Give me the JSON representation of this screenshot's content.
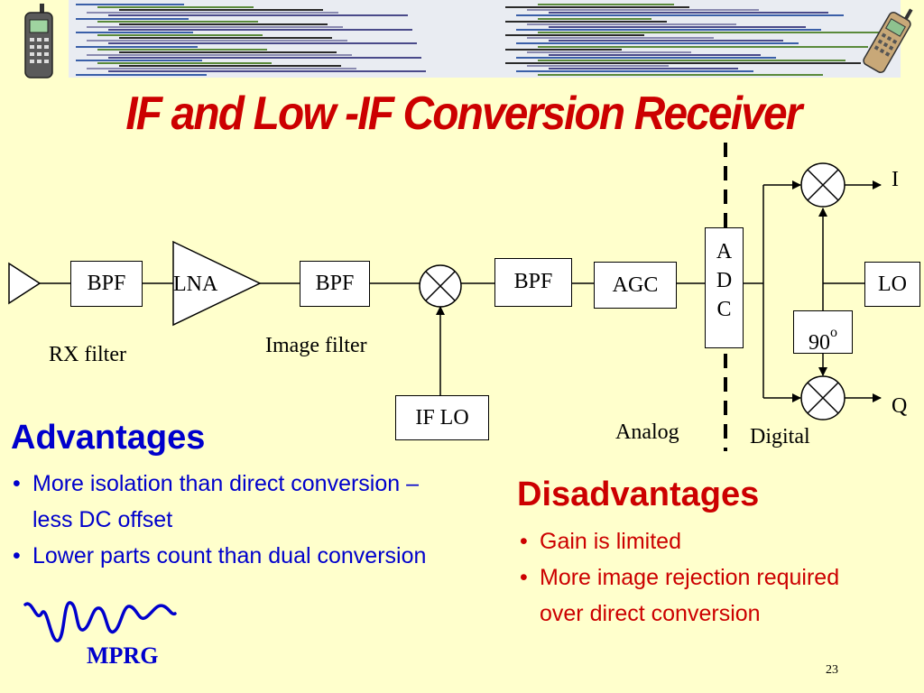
{
  "title": "IF and Low -IF Conversion Receiver",
  "diagram": {
    "blocks": {
      "bpf1": "BPF",
      "lna": "LNA",
      "bpf2": "BPF",
      "bpf3": "BPF",
      "agc": "AGC",
      "adc": [
        "A",
        "D",
        "C"
      ],
      "lo": "LO",
      "phase_shift": "90",
      "phase_shift_unit": "o",
      "if_lo": "IF LO"
    },
    "labels": {
      "rx_filter": "RX filter",
      "image_filter": "Image filter",
      "analog": "Analog",
      "digital": "Digital",
      "i_out": "I",
      "q_out": "Q"
    }
  },
  "advantages": {
    "heading": "Advantages",
    "items": [
      "More isolation than direct conversion – less DC offset",
      "Lower parts count than dual conversion"
    ]
  },
  "disadvantages": {
    "heading": "Disadvantages",
    "items": [
      " Gain is limited",
      "More image rejection required over direct conversion"
    ]
  },
  "logo": {
    "text": "MPRG"
  },
  "slide_number": "23",
  "colors": {
    "background": "#ffffcc",
    "title": "#cc0000",
    "advantages": "#0000cc",
    "disadvantages": "#cc0000",
    "logo": "#0000cc"
  }
}
